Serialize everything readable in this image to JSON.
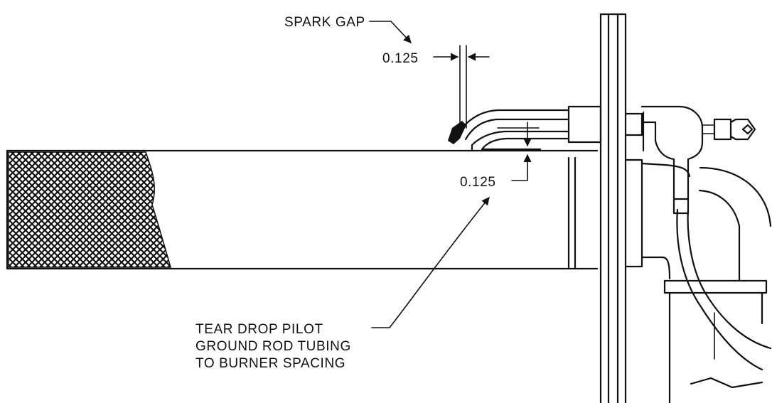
{
  "labels": {
    "spark_gap": "SPARK GAP",
    "gap_top": "0.125",
    "gap_side": "0.125",
    "pilot_line1": "TEAR DROP PILOT",
    "pilot_line2": "GROUND ROD TUBING",
    "pilot_line3": "TO BURNER SPACING"
  }
}
